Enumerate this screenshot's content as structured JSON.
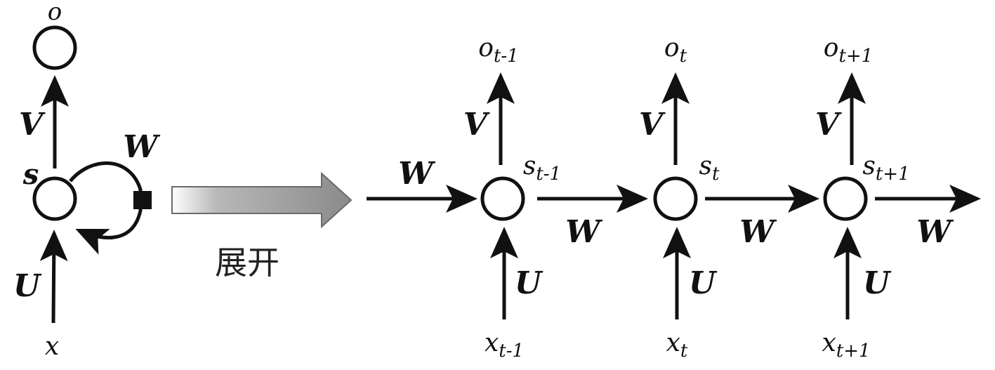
{
  "folded": {
    "output_label": "o",
    "state_label": "s",
    "input_label": "x",
    "V_label": "V",
    "U_label": "U",
    "W_label": "W"
  },
  "unroll": {
    "label": "展开"
  },
  "unrolled": {
    "W_in_label": "W",
    "steps": [
      {
        "o": "o",
        "o_sub": "t-1",
        "s": "s",
        "s_sub": "t-1",
        "x": "x",
        "x_sub": "t-1",
        "V": "V",
        "U": "U",
        "W": "W"
      },
      {
        "o": "o",
        "o_sub": "t",
        "s": "s",
        "s_sub": "t",
        "x": "x",
        "x_sub": "t",
        "V": "V",
        "U": "U",
        "W": "W"
      },
      {
        "o": "o",
        "o_sub": "t+1",
        "s": "s",
        "s_sub": "t+1",
        "x": "x",
        "x_sub": "t+1",
        "V": "V",
        "U": "U",
        "W": "W"
      }
    ]
  },
  "colors": {
    "ink": "#111111",
    "arrow_fill": "#8a8a8a"
  }
}
